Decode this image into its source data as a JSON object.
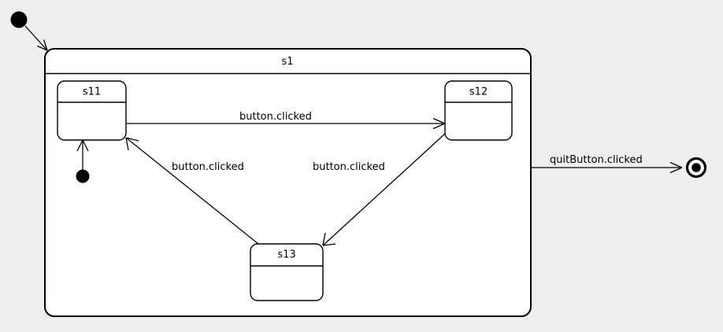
{
  "diagram": {
    "type": "uml-state-machine",
    "background_color": "#eeeeee",
    "line_color": "#000000",
    "fill_color": "#ffffff",
    "composite_state": {
      "name": "s1",
      "label": "s1"
    },
    "substates": [
      {
        "id": "s11",
        "label": "s11"
      },
      {
        "id": "s12",
        "label": "s12"
      },
      {
        "id": "s13",
        "label": "s13"
      }
    ],
    "pseudostates": [
      {
        "id": "initial-outer",
        "kind": "initial"
      },
      {
        "id": "initial-inner",
        "kind": "initial"
      },
      {
        "id": "final",
        "kind": "final"
      }
    ],
    "transitions": [
      {
        "id": "t-start-s1",
        "from": "initial-outer",
        "to": "s1",
        "label": ""
      },
      {
        "id": "t-start-s11",
        "from": "initial-inner",
        "to": "s11",
        "label": ""
      },
      {
        "id": "t-s11-s12",
        "from": "s11",
        "to": "s12",
        "label": "button.clicked"
      },
      {
        "id": "t-s12-s13",
        "from": "s12",
        "to": "s13",
        "label": "button.clicked"
      },
      {
        "id": "t-s13-s11",
        "from": "s13",
        "to": "s11",
        "label": "button.clicked"
      },
      {
        "id": "t-s1-final",
        "from": "s1",
        "to": "final",
        "label": "quitButton.clicked"
      }
    ]
  }
}
